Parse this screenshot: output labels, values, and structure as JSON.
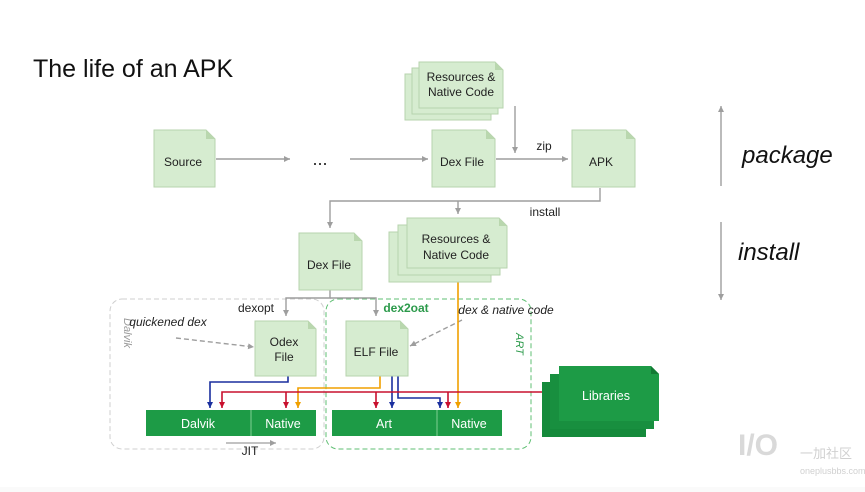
{
  "title": "The life of an APK",
  "nodes": {
    "resources_top": "Resources &\nNative Code",
    "source": "Source",
    "ellipsis": "...",
    "dex_file_top": "Dex File",
    "apk": "APK",
    "dex_file_mid": "Dex File",
    "resources_mid": "Resources &\nNative Code",
    "odex_file": "Odex\nFile",
    "elf_file": "ELF File",
    "libraries": "Libraries"
  },
  "edges": {
    "zip": "zip",
    "install": "install",
    "dexopt": "dexopt",
    "dex2oat": "dex2oat",
    "quickened_dex": "quickened dex",
    "dex_native_code": "dex & native code",
    "jit": "JIT"
  },
  "regions": {
    "dalvik": "Dalvik",
    "art": "ART"
  },
  "runtime_bars": {
    "dalvik": {
      "left": "Dalvik",
      "right": "Native"
    },
    "art": {
      "left": "Art",
      "right": "Native"
    }
  },
  "side_labels": {
    "package": "package",
    "install": "install"
  },
  "watermark": {
    "mark": "I/O",
    "text": "一加社区",
    "url": "oneplusbbs.com"
  },
  "colors": {
    "doc_fill": "#d6ecd0",
    "runtime_green": "#1d9b46",
    "arrow_gray": "#9e9e9e",
    "arrow_navy": "#1a2f9e",
    "arrow_red": "#c8102e",
    "arrow_orange": "#f0a000"
  }
}
